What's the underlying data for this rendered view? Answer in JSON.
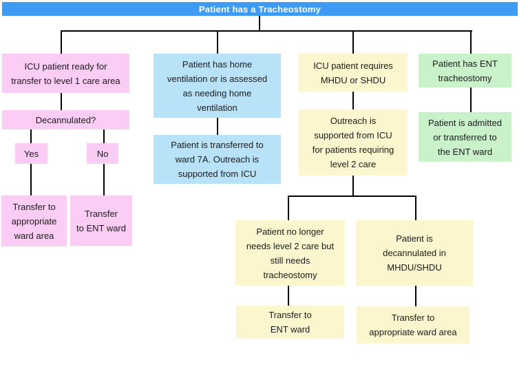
{
  "title": "Patient has a Tracheostomy",
  "colors": {
    "header_bg": "#3e9bf4",
    "header_text": "#ffffff",
    "pink": "#fbccf4",
    "blue": "#b8e2f8",
    "yellow": "#fbf6ce",
    "green": "#c9f2cb",
    "line": "#000000"
  },
  "nodes": {
    "root": "Patient has a Tracheostomy",
    "icu_ready": "ICU patient ready for\ntransfer to level 1 care area",
    "decannulated": "Decannulated?",
    "yes": "Yes",
    "no": "No",
    "transfer_appropriate_pink": "Transfer to\nappropriate\nward area",
    "transfer_ent_pink": "Transfer\nto ENT ward",
    "home_ventilation": "Patient has home\nventilation or is assessed\nas needing home\nventilation",
    "ward_7a": "Patient is transferred to\nward 7A.  Outreach is\nsupported from ICU",
    "icu_mhdu": "ICU patient requires\nMHDU or SHDU",
    "outreach_level2": "Outreach is\nsupported from ICU\nfor patients requiring\nlevel 2 care",
    "no_longer_level2": "Patient no longer\nneeds level 2 care but\nstill needs\ntracheostomy",
    "decannulated_mhdu": "Patient is\ndecannulated in\nMHDU/SHDU",
    "transfer_ent_yellow": "Transfer to\nENT ward",
    "transfer_appropriate_yellow": "Transfer to\nappropriate ward area",
    "ent_tracheostomy": "Patient has ENT\ntracheostomy",
    "ent_admitted": "Patient is admitted\nor transferred to\nthe ENT ward"
  },
  "edges": [
    {
      "from": "root",
      "to": "icu_ready"
    },
    {
      "from": "root",
      "to": "home_ventilation"
    },
    {
      "from": "root",
      "to": "icu_mhdu"
    },
    {
      "from": "root",
      "to": "ent_tracheostomy"
    },
    {
      "from": "icu_ready",
      "to": "decannulated"
    },
    {
      "from": "decannulated",
      "to": "yes"
    },
    {
      "from": "decannulated",
      "to": "no"
    },
    {
      "from": "yes",
      "to": "transfer_appropriate_pink"
    },
    {
      "from": "no",
      "to": "transfer_ent_pink"
    },
    {
      "from": "home_ventilation",
      "to": "ward_7a"
    },
    {
      "from": "icu_mhdu",
      "to": "outreach_level2"
    },
    {
      "from": "outreach_level2",
      "to": "no_longer_level2"
    },
    {
      "from": "outreach_level2",
      "to": "decannulated_mhdu"
    },
    {
      "from": "no_longer_level2",
      "to": "transfer_ent_yellow"
    },
    {
      "from": "decannulated_mhdu",
      "to": "transfer_appropriate_yellow"
    },
    {
      "from": "ent_tracheostomy",
      "to": "ent_admitted"
    }
  ]
}
